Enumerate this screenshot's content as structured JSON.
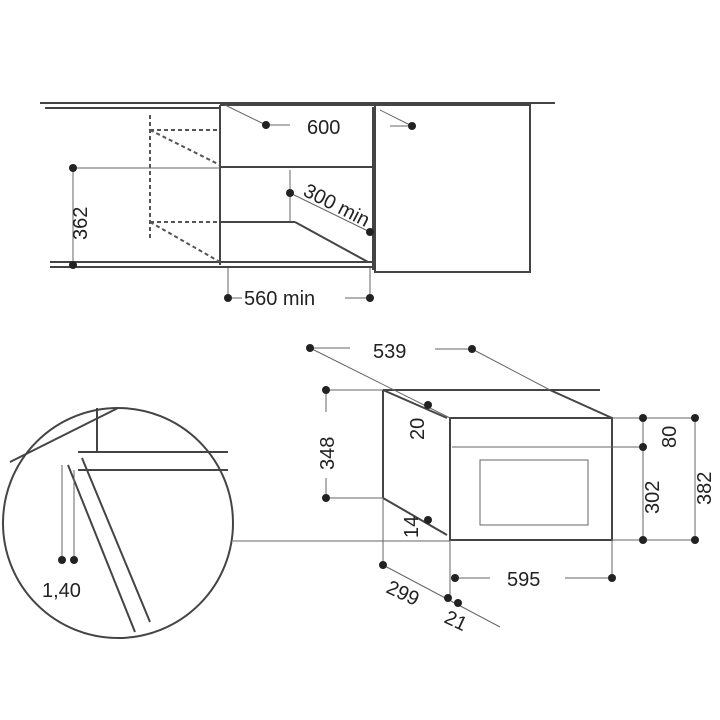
{
  "dimensions": {
    "niche_depth": "600",
    "niche_height": "362",
    "niche_width": "560 min",
    "opening_depth": "300 min",
    "oven_depth": "539",
    "oven_body_height": "348",
    "top_offset": "20",
    "bottom_offset": "14",
    "panel_height": "80",
    "door_height": "302",
    "total_height": "382",
    "front_width": "595",
    "body_depth": "299",
    "door_thickness": "21",
    "detail_gap": "1,40"
  }
}
